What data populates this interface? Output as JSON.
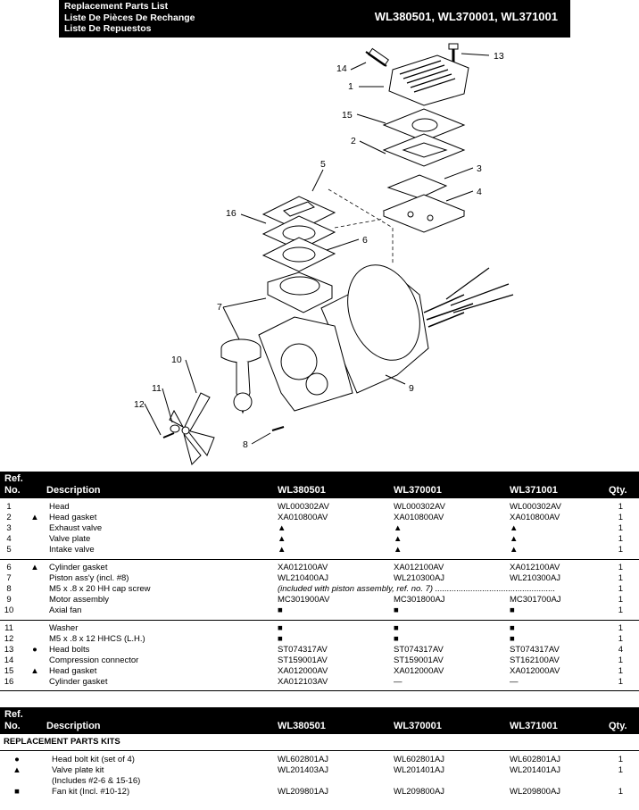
{
  "header": {
    "title_lines": [
      "Replacement Parts List",
      "Liste De Pièces De Rechange",
      "Liste De Repuestos"
    ],
    "models": "WL380501, WL370001, WL371001"
  },
  "diagram": {
    "callouts": [
      "1",
      "2",
      "3",
      "4",
      "5",
      "6",
      "7",
      "8",
      "9",
      "10",
      "11",
      "12",
      "13",
      "14",
      "15",
      "16"
    ]
  },
  "table1": {
    "headers": {
      "ref": [
        "Ref.",
        "No."
      ],
      "description": "Description",
      "m1": "WL380501",
      "m2": "WL370001",
      "m3": "WL371001",
      "qty": "Qty."
    },
    "groups": [
      [
        {
          "ref": "1",
          "sym": "",
          "desc": "Head",
          "m1": "WL000302AV",
          "m2": "WL000302AV",
          "m3": "WL000302AV",
          "qty": "1"
        },
        {
          "ref": "2",
          "sym": "▲",
          "desc": "Head gasket",
          "m1": "XA010800AV",
          "m2": "XA010800AV",
          "m3": "XA010800AV",
          "qty": "1"
        },
        {
          "ref": "3",
          "sym": "",
          "desc": "Exhaust valve",
          "m1": "▲",
          "m2": "▲",
          "m3": "▲",
          "qty": "1"
        },
        {
          "ref": "4",
          "sym": "",
          "desc": "Valve plate",
          "m1": "▲",
          "m2": "▲",
          "m3": "▲",
          "qty": "1"
        },
        {
          "ref": "5",
          "sym": "",
          "desc": "Intake valve",
          "m1": "▲",
          "m2": "▲",
          "m3": "▲",
          "qty": "1"
        }
      ],
      [
        {
          "ref": "6",
          "sym": "▲",
          "desc": "Cylinder gasket",
          "m1": "XA012100AV",
          "m2": "XA012100AV",
          "m3": "XA012100AV",
          "qty": "1"
        },
        {
          "ref": "7",
          "sym": "",
          "desc": "Piston ass'y (incl. #8)",
          "m1": "WL210400AJ",
          "m2": "WL210300AJ",
          "m3": "WL210300AJ",
          "qty": "1"
        },
        {
          "ref": "8",
          "sym": "",
          "desc": "M5 x .8 x 20 HH cap screw",
          "span": "(included with piston assembly, ref. no. 7) ...................................................",
          "m1": "",
          "m2": "",
          "m3": "",
          "qty": "1"
        },
        {
          "ref": "9",
          "sym": "",
          "desc": "Motor assembly",
          "m1": "MC301900AV",
          "m2": "MC301800AJ",
          "m3": "MC301700AJ",
          "qty": "1"
        },
        {
          "ref": "10",
          "sym": "",
          "desc": "Axial fan",
          "m1": "■",
          "m2": "■",
          "m3": "■",
          "qty": "1"
        }
      ],
      [
        {
          "ref": "11",
          "sym": "",
          "desc": "Washer",
          "m1": "■",
          "m2": "■",
          "m3": "■",
          "qty": "1"
        },
        {
          "ref": "12",
          "sym": "",
          "desc": "M5 x .8 x 12 HHCS (L.H.)",
          "m1": "■",
          "m2": "■",
          "m3": "■",
          "qty": "1"
        },
        {
          "ref": "13",
          "sym": "●",
          "desc": "Head bolts",
          "m1": "ST074317AV",
          "m2": "ST074317AV",
          "m3": "ST074317AV",
          "qty": "4"
        },
        {
          "ref": "14",
          "sym": "",
          "desc": "Compression connector",
          "m1": "ST159001AV",
          "m2": "ST159001AV",
          "m3": "ST162100AV",
          "qty": "1"
        },
        {
          "ref": "15",
          "sym": "▲",
          "desc": "Head gasket",
          "m1": "XA012000AV",
          "m2": "XA012000AV",
          "m3": "XA012000AV",
          "qty": "1"
        },
        {
          "ref": "16",
          "sym": "",
          "desc": "Cylinder gasket",
          "m1": "XA012103AV",
          "m2": "—",
          "m3": "—",
          "qty": "1"
        }
      ]
    ]
  },
  "table2": {
    "headers": {
      "ref": [
        "Ref.",
        "No."
      ],
      "description": "Description",
      "m1": "WL380501",
      "m2": "WL370001",
      "m3": "WL371001",
      "qty": "Qty."
    },
    "section_title": "REPLACEMENT PARTS KITS",
    "rows": [
      {
        "sym": "●",
        "desc": "Head bolt kit (set of 4)",
        "m1": "WL602801AJ",
        "m2": "WL602801AJ",
        "m3": "WL602801AJ",
        "qty": "1"
      },
      {
        "sym": "▲",
        "desc": "Valve plate kit",
        "m1": "WL201403AJ",
        "m2": "WL201401AJ",
        "m3": "WL201401AJ",
        "qty": "1"
      },
      {
        "sym": "",
        "desc": "(Includes #2-6 & 15-16)",
        "m1": "",
        "m2": "",
        "m3": "",
        "qty": ""
      },
      {
        "sym": "■",
        "desc": "Fan kit (Incl. #10-12)",
        "m1": "WL209801AJ",
        "m2": "WL209800AJ",
        "m3": "WL209800AJ",
        "qty": "1"
      }
    ]
  }
}
